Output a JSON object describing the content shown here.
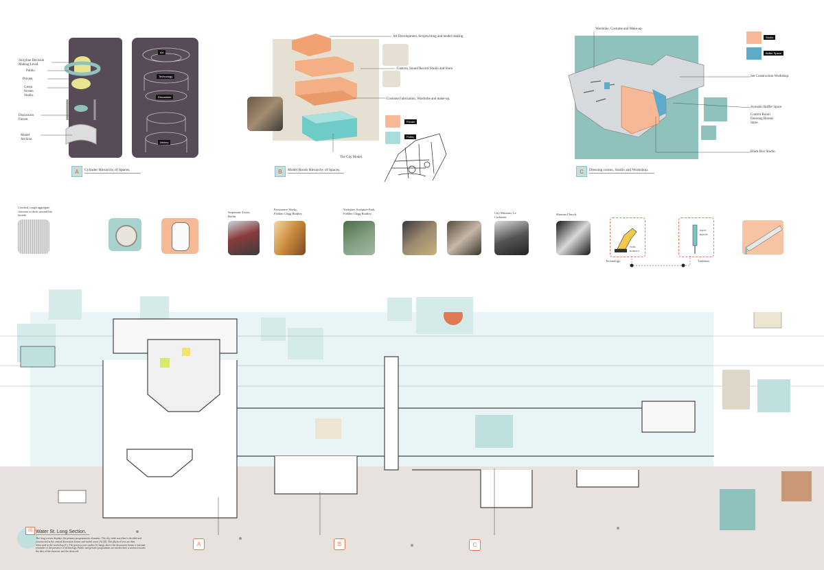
{
  "panel_a": {
    "caption": "Cylinder Hierarchy of Spaces.",
    "badge": "A",
    "labels": [
      "Storyline Decision Making Level.",
      "Public.",
      "Private.",
      "Green Screen Studio.",
      "Discussion Forum.",
      "Model Archive."
    ],
    "tags": [
      "Art",
      "Technology",
      "Discussion",
      "History"
    ]
  },
  "panel_b": {
    "caption": "Model Room Hierarchy of Spaces.",
    "badge": "B",
    "labels": [
      "Art Development, Scriptwriting and model making",
      "Camera, Sound Record Studio and Store.",
      "Costume Fabrication, Wardrobe and make-up.",
      "The City Model."
    ],
    "legend": [
      "Private",
      "Public"
    ]
  },
  "panel_c": {
    "caption": "Dressing rooms, Studio and Workshop.",
    "badge": "C",
    "labels": [
      "Wardrobe, Costume and Make-up.",
      "Set Construction Workshop.",
      "Acoustic Buffer Space",
      "Control Room Dressing Rooms Store.",
      "Black Box Studio."
    ],
    "legend": [
      "Studio",
      "Buffer Space"
    ]
  },
  "references": {
    "concrete_note": "Cracked, rough aggregate concrete to deck around the facade.",
    "items": [
      "Serpentine Tower, Berlin.",
      "Persistence Works, Fielden Clegg Bradley.",
      "Yorkshire Sculpture Park, Fielden Clegg Bradley.",
      "City Museum, Le Corbusier",
      "Shotoan Church."
    ],
    "technology": "Technology.",
    "tradition": "Tradition.",
    "sketch_notes": [
      "TOOL ROBOTS",
      "PAINT BRUSH"
    ]
  },
  "section": {
    "number": "05",
    "title": "Water St. Long Section.",
    "description": "The long section displays the primary programmatic elements. The city-wide storyline is decided and constructed in the central discussion forum and model room (A) (B). The physical sets are then fabricated in the workshop (C). The green screen studio (A) hangs above the discussion forum a constant reminder of the presence of technology. Public and private programmes are interlocked, a notion towards the idea of the observer and the observed.",
    "markers": [
      "A",
      "B",
      "C"
    ]
  },
  "colors": {
    "salmon": "#f7b896",
    "teal": "#8fc1bd",
    "pale_teal": "#d5ebea",
    "dark_purple": "#574b57",
    "beige": "#e6e0d3",
    "ground": "#e8e2de",
    "accent": "#e07a52"
  }
}
